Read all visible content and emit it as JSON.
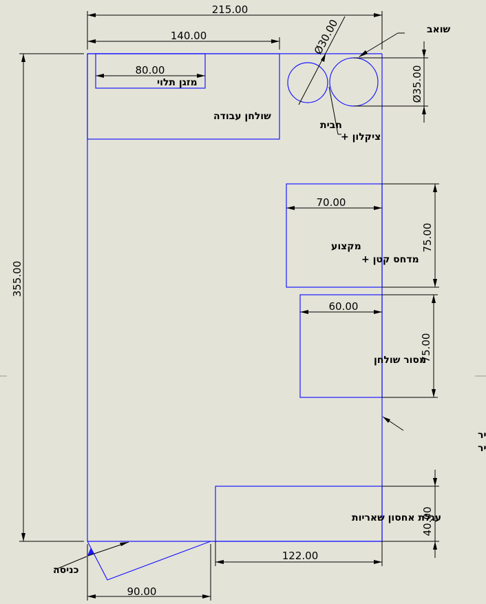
{
  "dimensions": {
    "overall_width": "215.00",
    "bench_width": "140.00",
    "ac_width": "80.00",
    "overall_height": "355.00",
    "tank_dia": "Ø30.00",
    "vac_dia": "Ø35.00",
    "planer_width": "70.00",
    "planer_depth": "75.00",
    "saw_width": "60.00",
    "saw_depth": "75.00",
    "cart_depth": "40.00",
    "cart_width": "122.00",
    "door_width": "90.00"
  },
  "labels": {
    "vacuum": "שואב",
    "ac": "מזגן תלוי",
    "workbench": "שולחן עבודה",
    "tank_line1": "חבית",
    "tank_line2": "ציקלון +",
    "planer_line1": "מקצוע",
    "planer_line2": "מדחס קטן +",
    "table_saw": "מסור שולחן",
    "wall_storage_line1": "אחסון על הקיר",
    "wall_storage_line2": "לכל אורך הקיר",
    "scrap_cart": "עגלת אחסון שאריות",
    "entrance": "כניסה"
  },
  "colors": {
    "background": "#e4e3d8",
    "walls": "#1a1aff",
    "dimensions": "#000000"
  }
}
